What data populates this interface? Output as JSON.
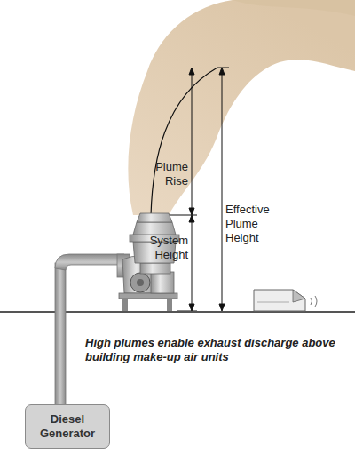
{
  "diagram": {
    "caption": "High plumes enable exhaust discharge above building make-up air units",
    "nodes": [
      {
        "text": [
          "Diesel Generator"
        ]
      }
    ],
    "labels": [
      "Plume Rise",
      "System Height",
      "Effective Plume Height"
    ]
  }
}
